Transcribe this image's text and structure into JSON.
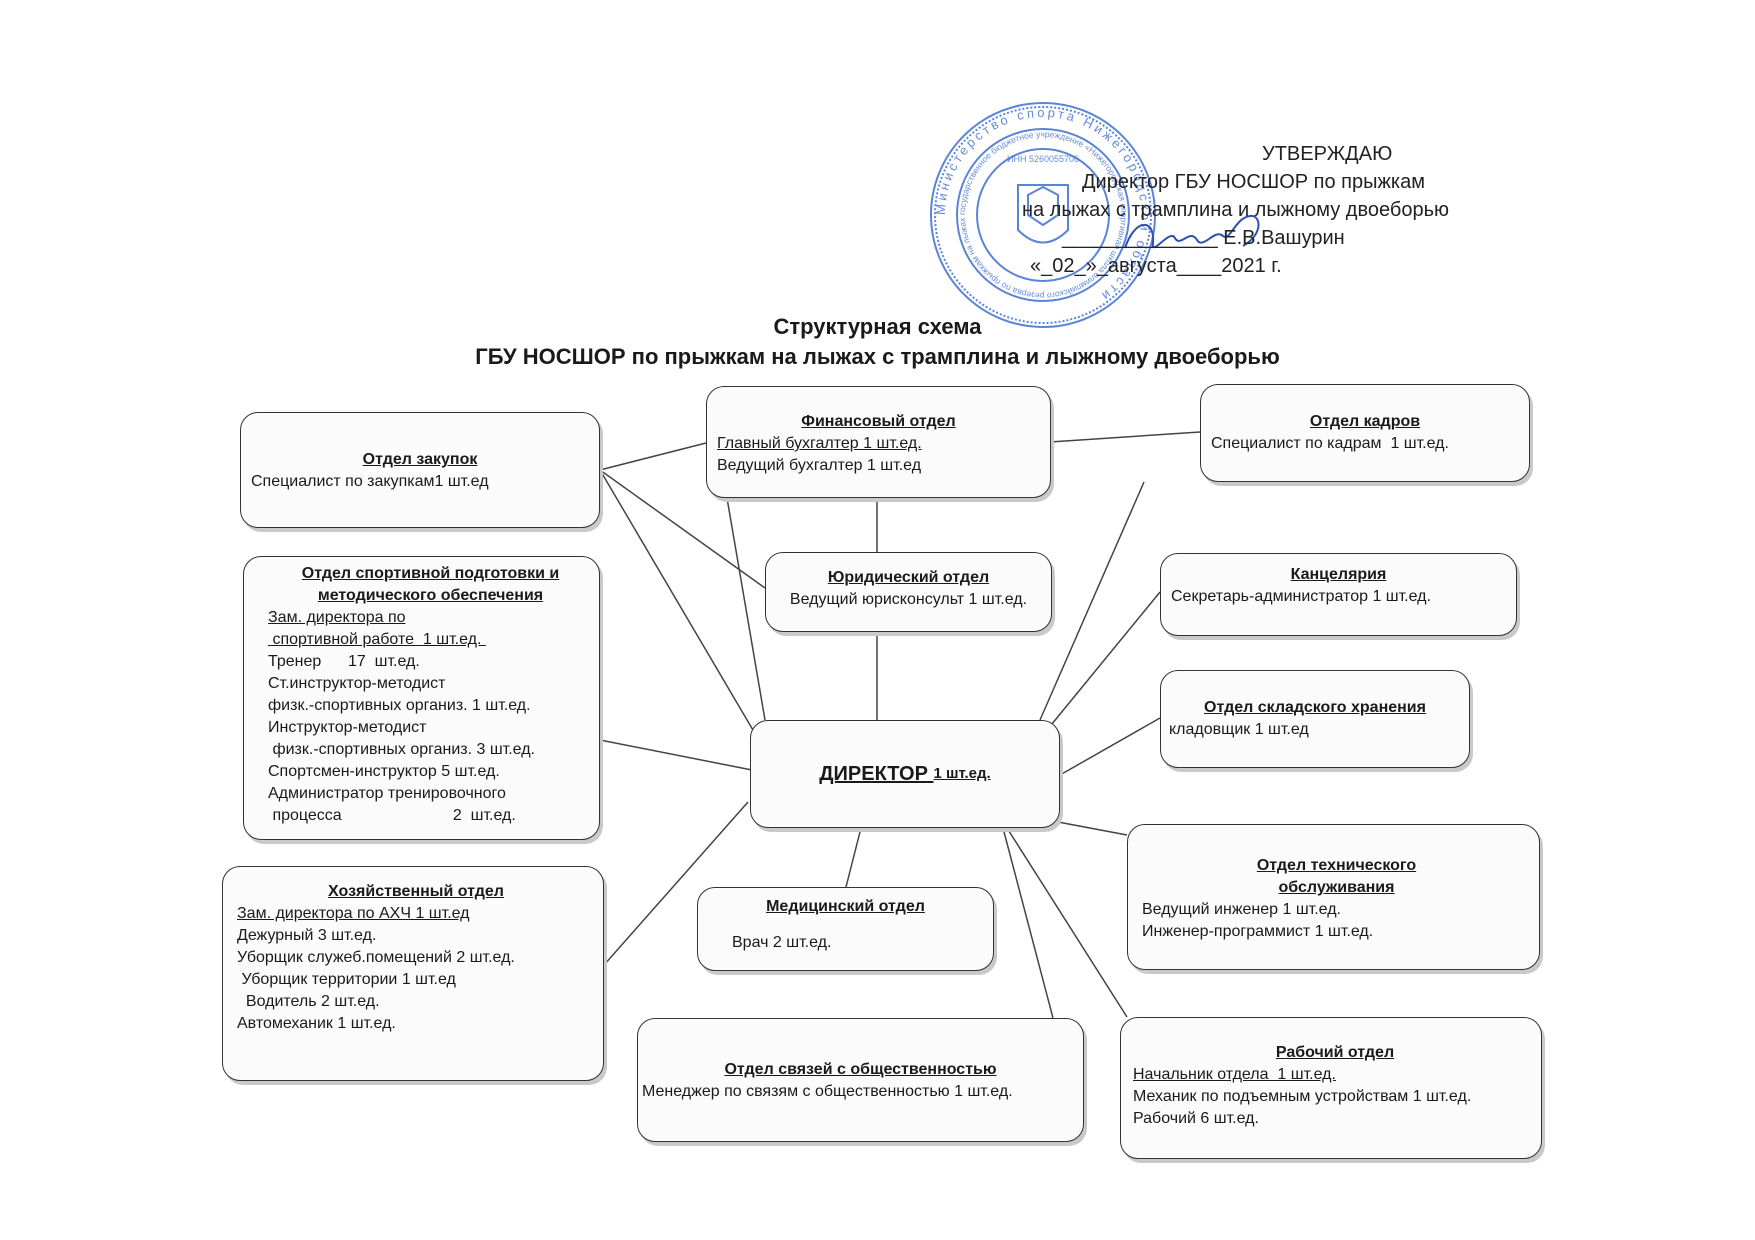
{
  "approval": {
    "l1": "УТВЕРЖДАЮ",
    "l2": "Директор ГБУ НОСШОР по прыжкам",
    "l3": "на лыжах с трамплина и лыжному двоеборью",
    "l4": "______________ Е.В.Вашурин",
    "l5": "«_02_»_августа____2021 г."
  },
  "title": {
    "line1": "Структурная схема",
    "line2": "ГБУ НОСШОР по прыжкам на лыжах с трамплина и лыжному двоеборью"
  },
  "stamp": {
    "outer_ring": "Министерство спорта Нижегородской области",
    "inner_ring": "государственное бюджетное учреждение «Нижегородская спортивная школа олимпийского резерва по прыжкам на лыжах с трамплина и лыжному двоеборью»",
    "inn": "ИНН 5260055706"
  },
  "director": {
    "label": "ДИРЕКТОР",
    "count": "1 шт.ед."
  },
  "depts": {
    "procurement": {
      "title": "Отдел закупок",
      "l1": "Специалист по закупкам1 шт.ед"
    },
    "finance": {
      "title": "Финансовый отдел",
      "l1": "Главный бухгалтер 1 шт.ед.",
      "l2": "Ведущий бухгалтер 1 шт.ед"
    },
    "hr": {
      "title": "Отдел кадров",
      "l1": "Специалист по кадрам  1 шт.ед."
    },
    "legal": {
      "title": "Юридический отдел",
      "l1": "Ведущий юрисконсульт 1 шт.ед."
    },
    "office": {
      "title": "Канцелярия",
      "l1": "Секретарь-администратор 1 шт.ед."
    },
    "sport": {
      "t1": "Отдел спортивной подготовки и",
      "t2": "методического обеспечения",
      "l1": "Зам. директора по",
      "l2": " спортивной работе  1 шт.ед. ",
      "l3": "Тренер      17  шт.ед.",
      "l4": "Ст.инструктор-методист",
      "l5": "физк.-спортивных организ. 1 шт.ед.",
      "l6": "Инструктор-методист",
      "l7": " физк.-спортивных организ. 3 шт.ед.",
      "l8": "Спортсмен-инструктор 5 шт.ед.",
      "l9": "Администратор тренировочного",
      "l10": " процесса                         2  шт.ед."
    },
    "warehouse": {
      "title": "Отдел складского хранения",
      "l1": "кладовщик 1 шт.ед"
    },
    "household": {
      "title": "Хозяйственный отдел ",
      "l1": "Зам. директора по АХЧ 1 шт.ед",
      "l2": "Дежурный 3 шт.ед.",
      "l3": "Уборщик служеб.помещений 2 шт.ед.",
      "l4": " Уборщик территории 1 шт.ед",
      "l5": "  Водитель 2 шт.ед.",
      "l6": "Автомеханик 1 шт.ед."
    },
    "medical": {
      "title": "Медицинский отдел ",
      "l1": "Врач 2 шт.ед."
    },
    "tech": {
      "t1": "Отдел технического",
      "t2": " обслуживания",
      "l1": "Ведущий инженер 1 шт.ед.",
      "l2": "Инженер-программист 1 шт.ед."
    },
    "pr": {
      "title": "Отдел связей с общественностью",
      "l1": "Менеджер по связям с общественностью 1 шт.ед."
    },
    "work": {
      "title": "Рабочий отдел",
      "l1": "Начальник отдела  1 шт.ед.",
      "l2": "Механик по подъемным устройствам 1 шт.ед.",
      "l3": "Рабочий 6 шт.ед."
    }
  },
  "colors": {
    "stamp": "#3f6fd1",
    "signature": "#2f4fb5",
    "ink": "#1a1a1a"
  }
}
